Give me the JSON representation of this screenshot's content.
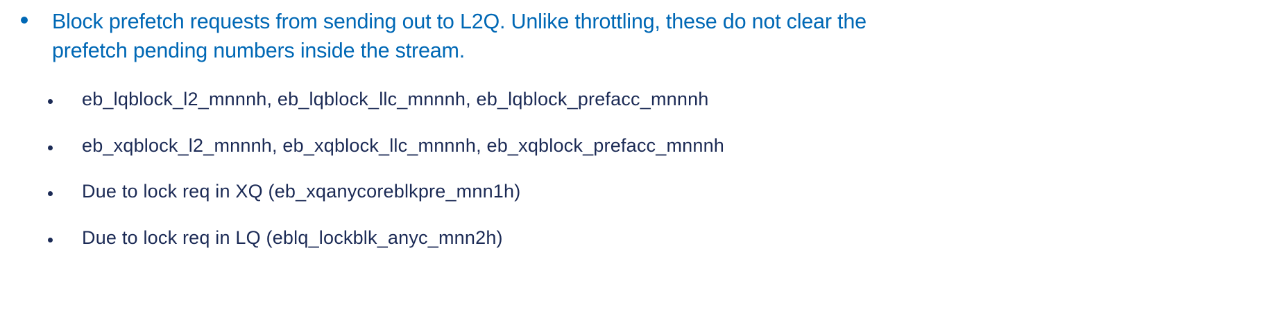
{
  "main_bullet": {
    "lines": [
      "Block prefetch requests from sending out to L2Q. Unlike throttling, these do not clear the",
      "prefetch pending numbers inside the stream."
    ]
  },
  "sub_bullets": [
    "eb_lqblock_l2_mnnnh, eb_lqblock_llc_mnnnh, eb_lqblock_prefacc_mnnnh",
    "eb_xqblock_l2_mnnnh, eb_xqblock_llc_mnnnh, eb_xqblock_prefacc_mnnnh",
    "Due to lock req in XQ (eb_xqanycoreblkpre_mnn1h)",
    "Due to lock req in LQ (eblq_lockblk_anyc_mnn2h)"
  ],
  "colors": {
    "primary": "#0068b5",
    "secondary": "#1b2a55"
  }
}
